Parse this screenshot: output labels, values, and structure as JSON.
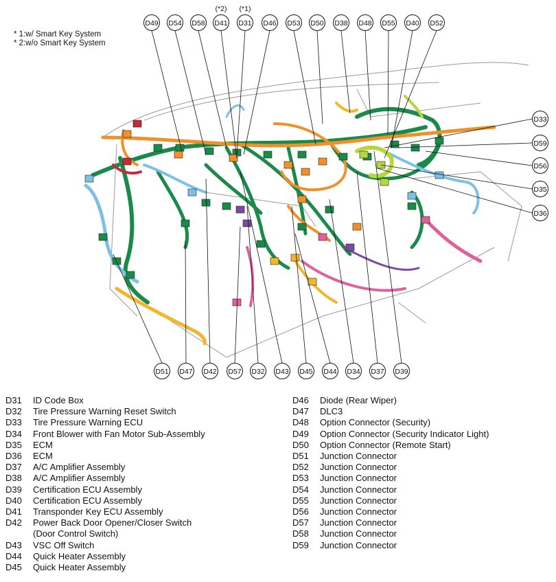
{
  "notes": [
    "* 1:w/ Smart Key System",
    "* 2:w/o Smart Key System"
  ],
  "callouts_top": [
    {
      "id": "D49",
      "mark": ""
    },
    {
      "id": "D54",
      "mark": ""
    },
    {
      "id": "D58",
      "mark": ""
    },
    {
      "id": "D41",
      "mark": "(*2)"
    },
    {
      "id": "D31",
      "mark": "(*1)"
    },
    {
      "id": "D46",
      "mark": ""
    },
    {
      "id": "D53",
      "mark": ""
    },
    {
      "id": "D50",
      "mark": ""
    },
    {
      "id": "D38",
      "mark": ""
    },
    {
      "id": "D48",
      "mark": ""
    },
    {
      "id": "D55",
      "mark": ""
    },
    {
      "id": "D40",
      "mark": ""
    },
    {
      "id": "D52",
      "mark": ""
    }
  ],
  "callouts_right": [
    "D33",
    "D59",
    "D56",
    "D35",
    "D36"
  ],
  "callouts_bottom": [
    "D51",
    "D47",
    "D42",
    "D57",
    "D32",
    "D43",
    "D45",
    "D44",
    "D34",
    "D37",
    "D39"
  ],
  "legend_left": [
    {
      "code": "D31",
      "desc": "ID Code Box"
    },
    {
      "code": "D32",
      "desc": "Tire Pressure Warning Reset Switch"
    },
    {
      "code": "D33",
      "desc": "Tire Pressure Warning ECU"
    },
    {
      "code": "D34",
      "desc": "Front Blower with Fan Motor Sub-Assembly"
    },
    {
      "code": "D35",
      "desc": "ECM"
    },
    {
      "code": "D36",
      "desc": "ECM"
    },
    {
      "code": "D37",
      "desc": "A/C Amplifier Assembly"
    },
    {
      "code": "D38",
      "desc": "A/C Amplifier Assembly"
    },
    {
      "code": "D39",
      "desc": "Certification ECU Assembly"
    },
    {
      "code": "D40",
      "desc": "Certification ECU Assembly"
    },
    {
      "code": "D41",
      "desc": "Transponder Key ECU Assembly"
    },
    {
      "code": "D42",
      "desc": "Power Back Door Opener/Closer Switch"
    },
    {
      "code": "",
      "desc": "(Door Control Switch)"
    },
    {
      "code": "D43",
      "desc": "VSC Off Switch"
    },
    {
      "code": "D44",
      "desc": "Quick Heater Assembly"
    },
    {
      "code": "D45",
      "desc": "Quick Heater Assembly"
    }
  ],
  "legend_right": [
    {
      "code": "D46",
      "desc": "Diode (Rear Wiper)"
    },
    {
      "code": "D47",
      "desc": "DLC3"
    },
    {
      "code": "D48",
      "desc": "Option Connector (Security)"
    },
    {
      "code": "D49",
      "desc": "Option Connector (Security Indicator Light)"
    },
    {
      "code": "D50",
      "desc": "Option Connector (Remote Start)"
    },
    {
      "code": "D51",
      "desc": "Junction Connector"
    },
    {
      "code": "D52",
      "desc": "Junction Connector"
    },
    {
      "code": "D53",
      "desc": "Junction Connector"
    },
    {
      "code": "D54",
      "desc": "Junction Connector"
    },
    {
      "code": "D55",
      "desc": "Junction Connector"
    },
    {
      "code": "D56",
      "desc": "Junction Connector"
    },
    {
      "code": "D57",
      "desc": "Junction Connector"
    },
    {
      "code": "D58",
      "desc": "Junction Connector"
    },
    {
      "code": "D59",
      "desc": "Junction Connector"
    }
  ],
  "harness_colors": {
    "main": "#1a8a4a",
    "orange": "#f0902a",
    "blue": "#7cc0e6",
    "yellow": "#f2b62a",
    "pink": "#e0609a",
    "purple": "#7a4aa0",
    "lime": "#b8d63a",
    "red": "#c42a3a"
  }
}
